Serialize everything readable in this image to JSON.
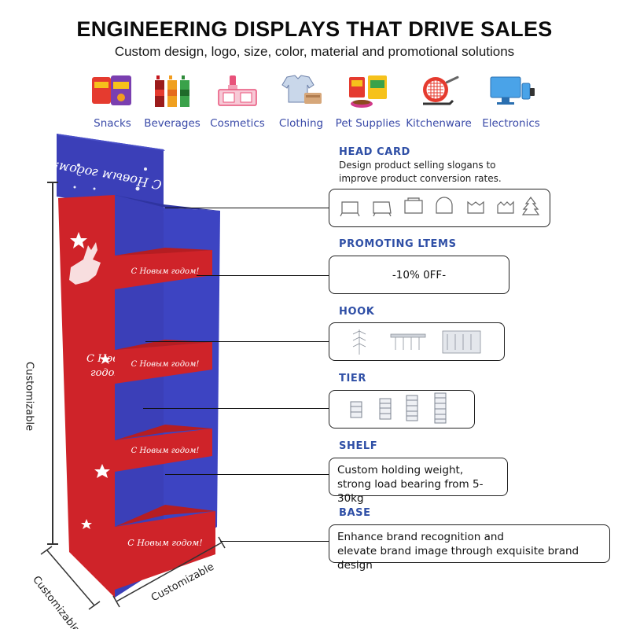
{
  "header": {
    "title": "ENGINEERING DISPLAYS THAT DRIVE SALES",
    "subtitle": "Custom design, logo, size, color, material and promotional solutions"
  },
  "categories": [
    {
      "label": "Snacks",
      "icon": "snacks-icon"
    },
    {
      "label": "Beverages",
      "icon": "beverages-icon"
    },
    {
      "label": "Cosmetics",
      "icon": "cosmetics-icon"
    },
    {
      "label": "Clothing",
      "icon": "clothing-icon"
    },
    {
      "label": "Pet Supplies",
      "icon": "pet-supplies-icon"
    },
    {
      "label": "Kitchenware",
      "icon": "kitchenware-icon"
    },
    {
      "label": "Electronics",
      "icon": "electronics-icon"
    }
  ],
  "dimensions": {
    "height_label": "Customizable",
    "depth_label": "Customizable",
    "width_label": "Customizable"
  },
  "sections": {
    "head_card": {
      "title": "HEAD CARD",
      "desc_line1": "Design product selling slogans to",
      "desc_line2": "improve product conversion rates."
    },
    "promoting": {
      "title": "PROMOTING LTEMS",
      "value": "-10% 0FF-"
    },
    "hook": {
      "title": "HOOK"
    },
    "tier": {
      "title": "TIER"
    },
    "shelf": {
      "title": "SHELF",
      "line1": "Custom holding weight,",
      "line2": "strong load bearing from 5-30kg"
    },
    "base": {
      "title": "BASE",
      "line1": "Enhance brand recognition and",
      "line2": "elevate brand image through exquisite brand design"
    }
  },
  "colors": {
    "accent": "#2f4fa6",
    "stand_blue": "#3a3fb5",
    "stand_red": "#d2242a"
  }
}
